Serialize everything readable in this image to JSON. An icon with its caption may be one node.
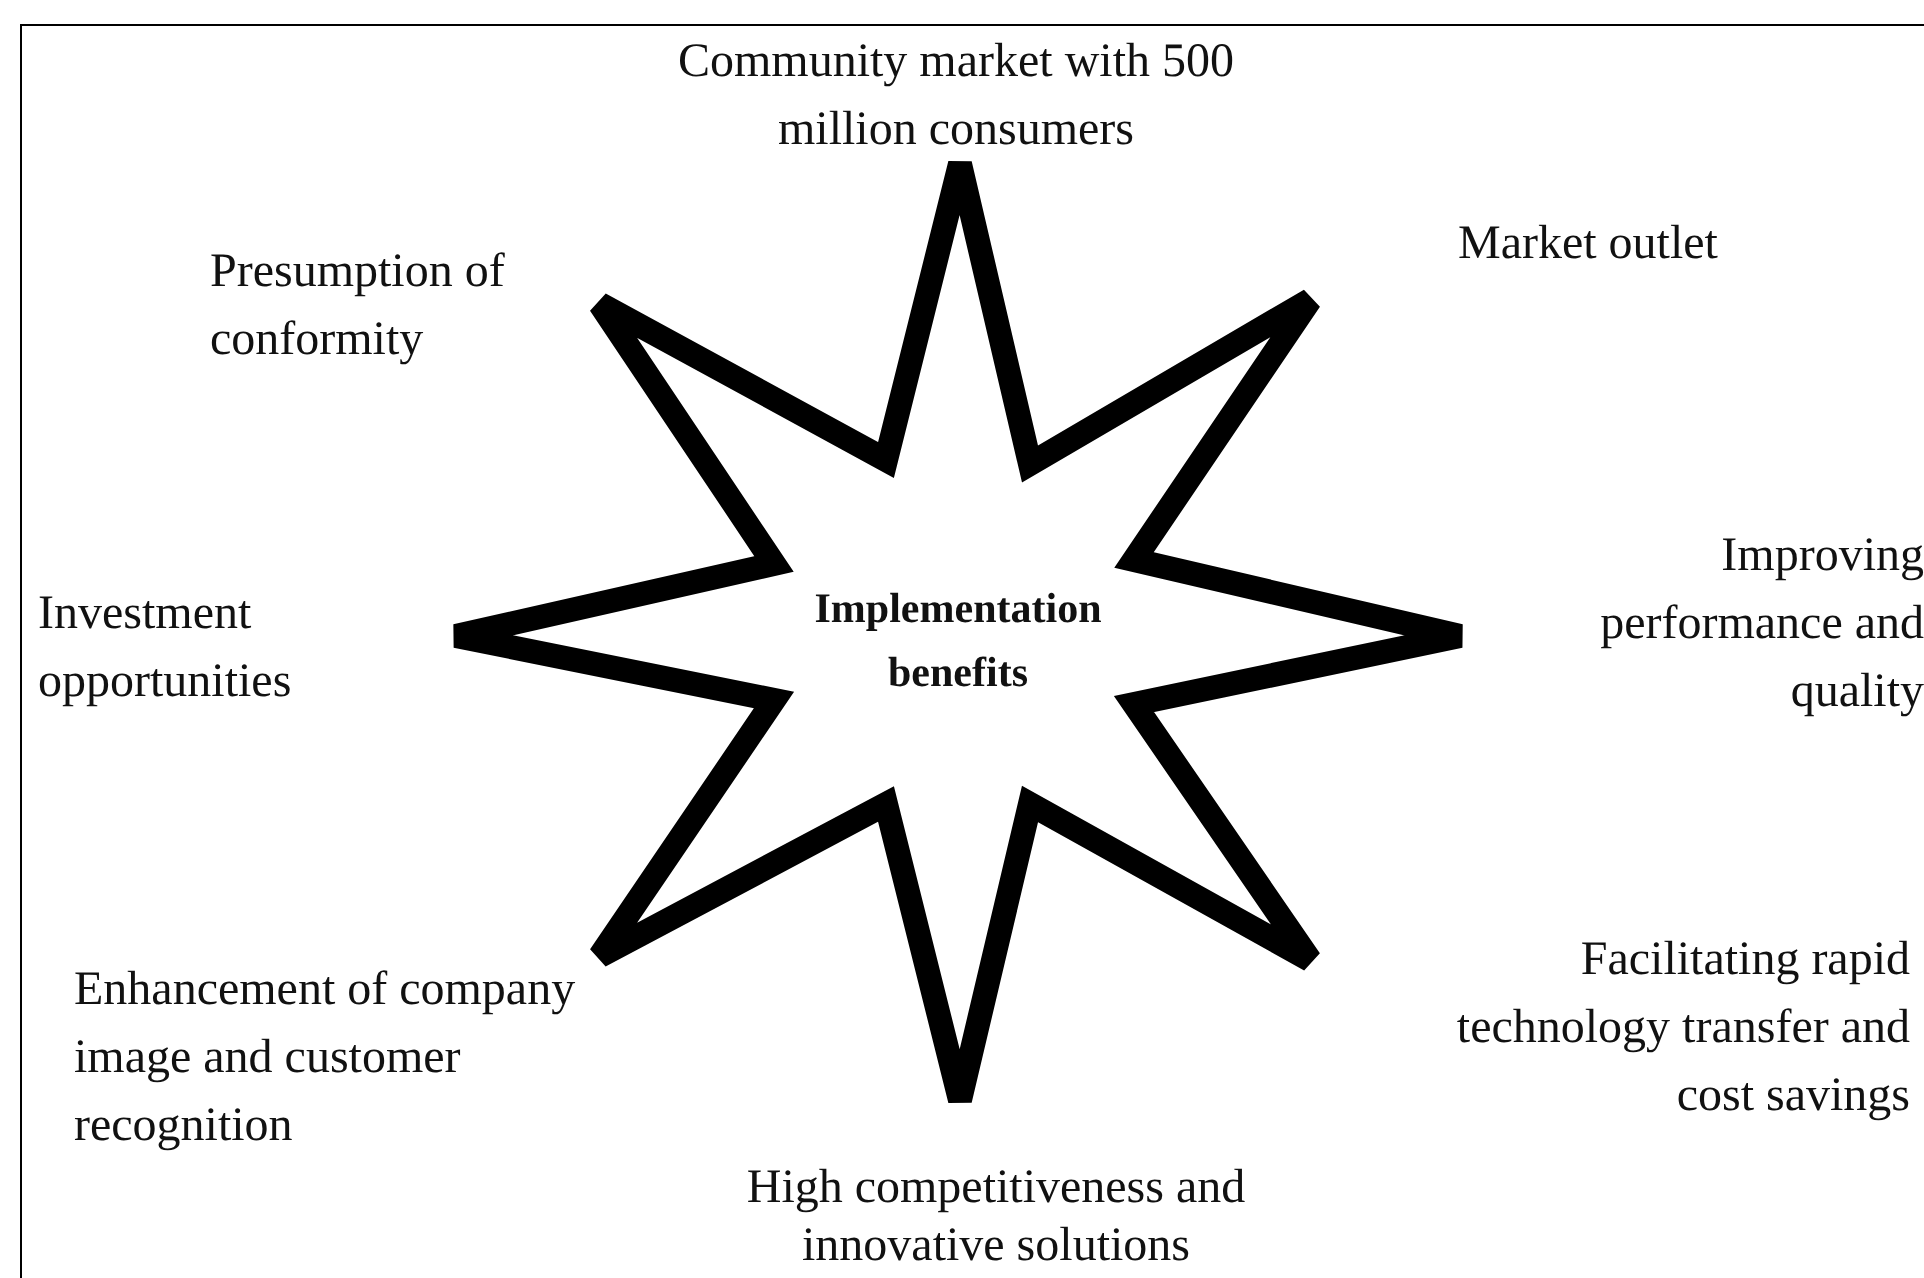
{
  "diagram": {
    "nodes": [
      {
        "text": [
          "Implementation benefits"
        ]
      }
    ],
    "labels": [
      "Community market with 500 million consumers",
      "Market outlet",
      "Presumption of conformity",
      "Improving performance and quality",
      "Investment opportunities",
      "Facilitating rapid technology transfer and cost savings",
      "Enhancement of company image and customer recognition",
      "High competitiveness and innovative solutions"
    ]
  }
}
